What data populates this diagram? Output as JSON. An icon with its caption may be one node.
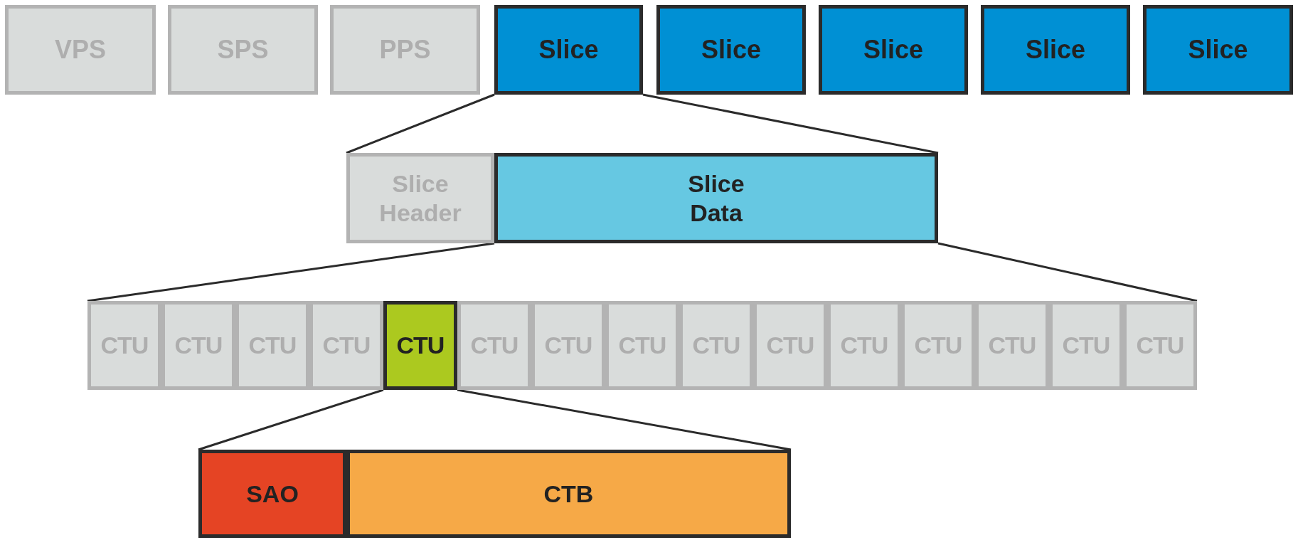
{
  "diagram": {
    "nodes": [
      {
        "text": [
          "VPS"
        ]
      },
      {
        "text": [
          "SPS"
        ]
      },
      {
        "text": [
          "PPS"
        ]
      },
      {
        "text": [
          "Slice"
        ]
      },
      {
        "text": [
          "Slice"
        ]
      },
      {
        "text": [
          "Slice"
        ]
      },
      {
        "text": [
          "Slice"
        ]
      },
      {
        "text": [
          "Slice"
        ]
      },
      {
        "text": [
          "Slice Header"
        ]
      },
      {
        "text": [
          "Slice Data"
        ]
      },
      {
        "text": [
          "CTU"
        ]
      },
      {
        "text": [
          "CTU"
        ]
      },
      {
        "text": [
          "CTU"
        ]
      },
      {
        "text": [
          "CTU"
        ]
      },
      {
        "text": [
          "CTU"
        ]
      },
      {
        "text": [
          "CTU"
        ]
      },
      {
        "text": [
          "CTU"
        ]
      },
      {
        "text": [
          "CTU"
        ]
      },
      {
        "text": [
          "CTU"
        ]
      },
      {
        "text": [
          "CTU"
        ]
      },
      {
        "text": [
          "CTU"
        ]
      },
      {
        "text": [
          "CTU"
        ]
      },
      {
        "text": [
          "CTU"
        ]
      },
      {
        "text": [
          "CTU"
        ]
      },
      {
        "text": [
          "CTU"
        ]
      },
      {
        "text": [
          "SAO"
        ]
      },
      {
        "text": [
          "CTB"
        ]
      }
    ],
    "edges": [
      {
        "from": 3,
        "to": 8,
        "arrow": "none"
      },
      {
        "from": 3,
        "to": 9,
        "arrow": "none"
      },
      {
        "from": 9,
        "to": 10,
        "arrow": "none"
      },
      {
        "from": 9,
        "to": 24,
        "arrow": "none"
      },
      {
        "from": 14,
        "to": 25,
        "arrow": "none"
      },
      {
        "from": 14,
        "to": 26,
        "arrow": "none"
      }
    ]
  }
}
